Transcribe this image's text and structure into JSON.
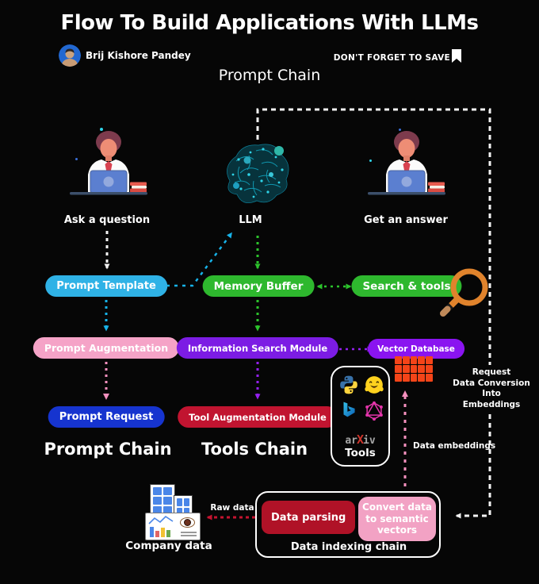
{
  "header": {
    "title": "Flow To Build Applications With LLMs",
    "author_name": "Brij Kishore Pandey",
    "save_note": "DON'T FORGET TO SAVE",
    "subtitle": "Prompt Chain"
  },
  "actors": {
    "ask_label": "Ask a question",
    "llm_label": "LLM",
    "answer_label": "Get an answer"
  },
  "nodes": {
    "prompt_template": {
      "label": "Prompt Template",
      "color": "#2fb2e6"
    },
    "memory_buffer": {
      "label": "Memory Buffer",
      "color": "#2eb82e"
    },
    "search_tools": {
      "label": "Search & tools",
      "color": "#2eb82e"
    },
    "prompt_augmentation": {
      "label": "Prompt Augmentation",
      "color": "#f5a3c7"
    },
    "information_search_module": {
      "label": "Information Search Module",
      "color": "#7c1ce4"
    },
    "vector_database": {
      "label": "Vector Database",
      "color": "#8a14f0"
    },
    "prompt_request": {
      "label": "Prompt Request",
      "color": "#1634cf"
    },
    "tool_augmentation_module": {
      "label": "Tool Augmentation Module",
      "color": "#c11430"
    },
    "data_parsing": {
      "label": "Data parsing",
      "color": "#b01227"
    },
    "convert_data": {
      "label": "Convert data to semantic vectors",
      "color": "#f2a2c4"
    }
  },
  "sections": {
    "prompt_chain": "Prompt Chain",
    "tools_chain": "Tools Chain",
    "tools_box_label": "Tools",
    "data_indexing_chain": "Data indexing chain",
    "company_data": "Company data"
  },
  "edge_labels": {
    "request_conversion": "Request\nData Conversion\nInto\nEmbeddings",
    "data_embeddings": "Data embeddings",
    "raw_data": "Raw data"
  },
  "tools": {
    "arxiv_pre": "ar",
    "arxiv_x": "X",
    "arxiv_post": "iv"
  },
  "embedding_grid": {
    "rows": 3,
    "cols": 5,
    "cell_color": "#f44418"
  },
  "colors": {
    "edge_white": "#f2f2f2",
    "edge_cyan": "#17b2e8",
    "edge_green": "#2cc32c",
    "edge_pink": "#f590be",
    "edge_purple": "#9420f0",
    "edge_red": "#c41430",
    "magnifier_ring": "#e0832c"
  }
}
